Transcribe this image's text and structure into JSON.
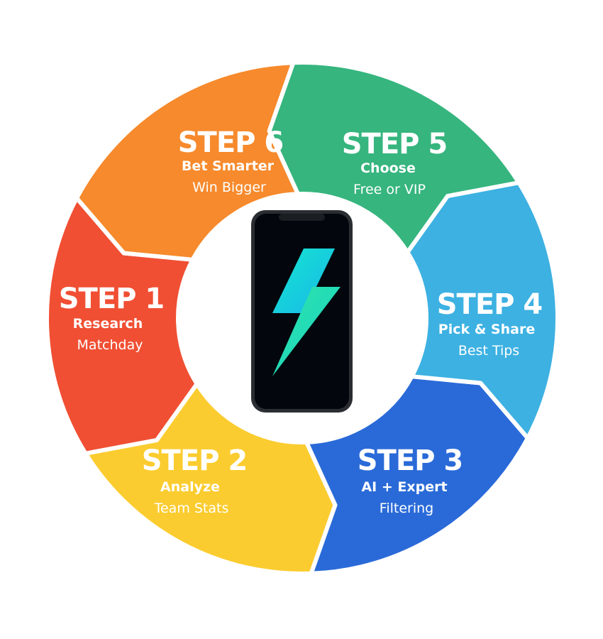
{
  "colors": {
    "step1": "#f04f33",
    "step2": "#fbcc2f",
    "step3": "#2a6ad8",
    "step4": "#3db1e2",
    "step5": "#36b57e",
    "step6": "#f68a2c",
    "phone_body": "#1f2226",
    "phone_screen": "#03070d",
    "bolt_top": "#18e5c6",
    "bolt_bottom": "#2ee0a3"
  },
  "center": {
    "icon": "phone-with-lightning-bolt-icon"
  },
  "steps": [
    {
      "title": "STEP 1",
      "line1": "Research",
      "line2": "Matchday"
    },
    {
      "title": "STEP 2",
      "line1": "Analyze",
      "line2": "Team Stats"
    },
    {
      "title": "STEP 3",
      "line1": "AI + Expert",
      "line2": "Filtering"
    },
    {
      "title": "STEP 4",
      "line1": "Pick & Share",
      "line2": "Best Tips"
    },
    {
      "title": "STEP 5",
      "line1": "Choose",
      "line2": "Free or VIP"
    },
    {
      "title": "STEP 6",
      "line1": "Bet Smarter",
      "line2": "Win Bigger"
    }
  ]
}
